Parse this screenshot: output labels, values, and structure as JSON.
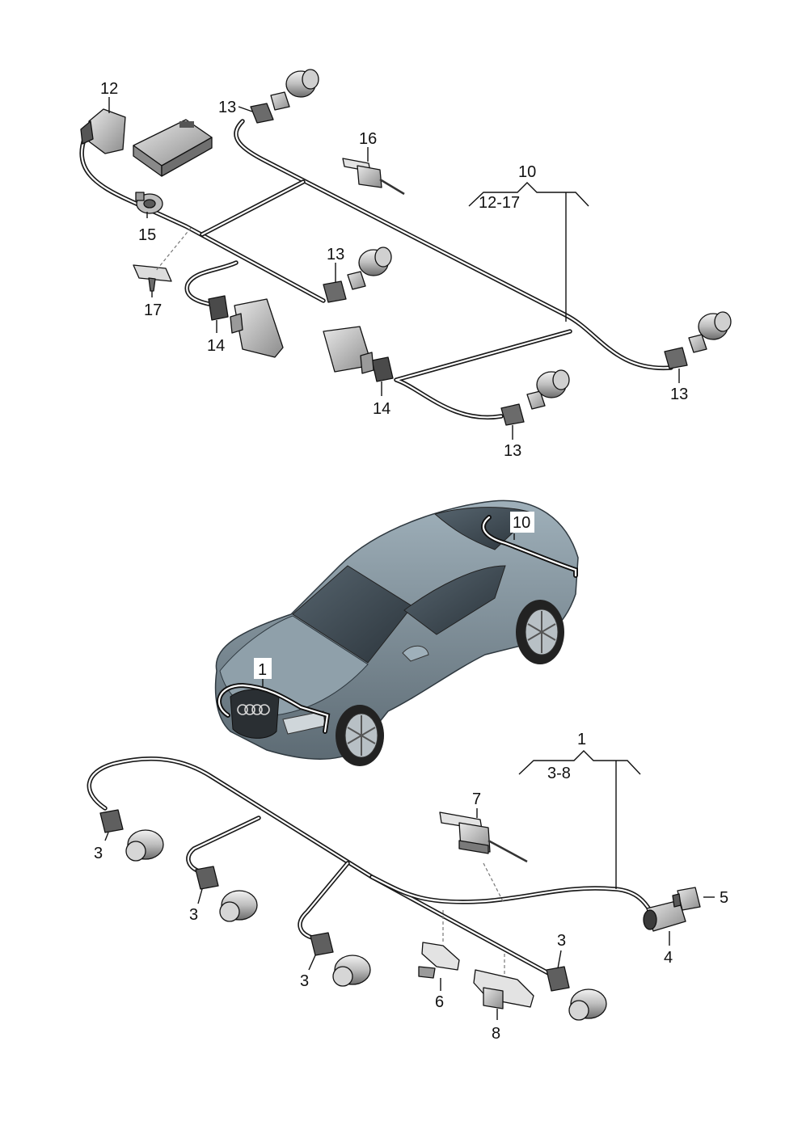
{
  "diagram": {
    "callouts": {
      "c12": "12",
      "c13a": "13",
      "c16": "16",
      "c10group": "10",
      "c12to17": "12-17",
      "c15": "15",
      "c17": "17",
      "c13b": "13",
      "c14a": "14",
      "c14b": "14",
      "c13c": "13",
      "c13d": "13",
      "c10car": "10",
      "c1car": "1",
      "c1group": "1",
      "c3to8": "3-8",
      "c7": "7",
      "c3a": "3",
      "c3b": "3",
      "c3c": "3",
      "c3d": "3",
      "c5": "5",
      "c4": "4",
      "c6": "6",
      "c8": "8"
    },
    "colors": {
      "wire": "#1a1a1a",
      "part_light": "#d9d9d9",
      "part_mid": "#9a9a9a",
      "part_dark": "#3c3c3c",
      "car_body": "#7f8f99",
      "car_glass": "#3b4650"
    }
  }
}
